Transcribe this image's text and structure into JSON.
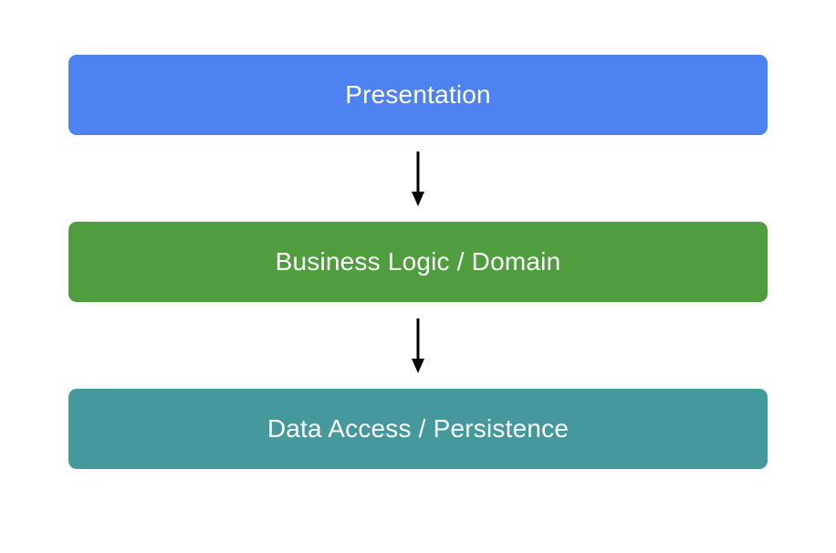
{
  "diagram": {
    "background": "#ffffff",
    "arrow_color": "#000000",
    "layers": [
      {
        "label": "Presentation",
        "color": "#4D82F0"
      },
      {
        "label": "Business Logic / Domain",
        "color": "#4F9D3E"
      },
      {
        "label": "Data Access / Persistence",
        "color": "#45999C"
      }
    ]
  }
}
